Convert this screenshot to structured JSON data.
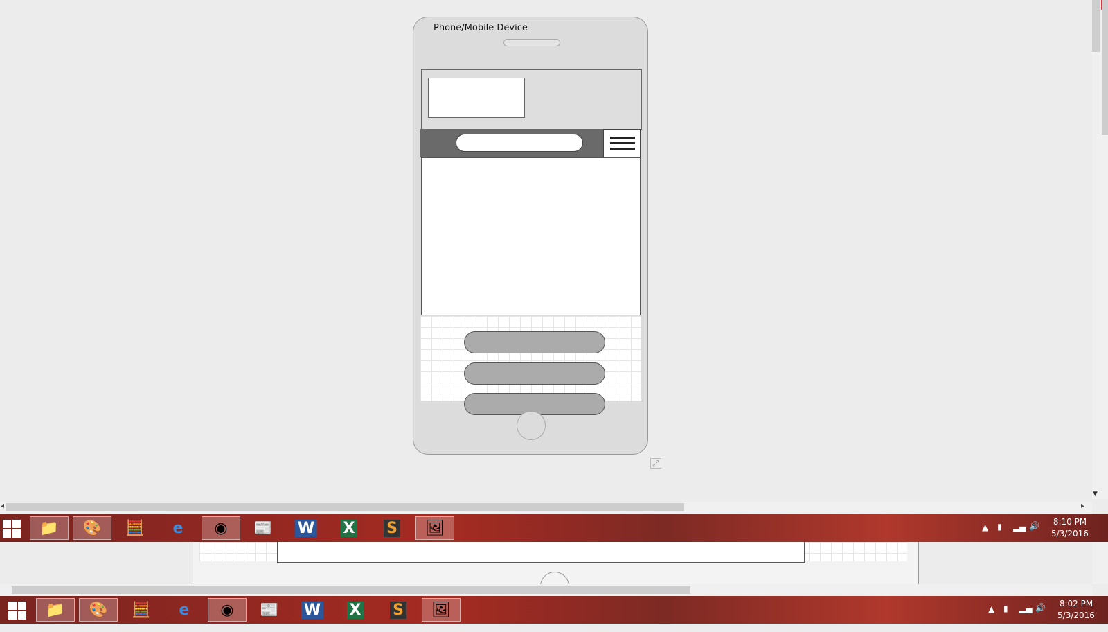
{
  "mockup": {
    "device_label": "Phone/Mobile Device"
  },
  "taskbar_top": {
    "time": "8:10 PM",
    "date": "5/3/2016",
    "apps": [
      "file-explorer-icon",
      "paint-icon",
      "calculator-icon",
      "internet-explorer-icon",
      "chrome-icon",
      "news-reader-icon",
      "word-icon",
      "excel-icon",
      "sublime-text-icon",
      "photo-viewer-icon"
    ],
    "active_apps": [
      "paint-icon",
      "chrome-icon",
      "photo-viewer-icon"
    ]
  },
  "taskbar_bottom": {
    "time": "8:02 PM",
    "date": "5/3/2016"
  },
  "colors": {
    "taskbar": "#a52b22",
    "nav_bar": "#6a6a6a",
    "buttons": "#ababab"
  }
}
